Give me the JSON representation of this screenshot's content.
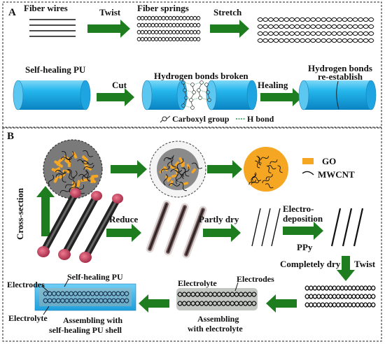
{
  "panel_a": {
    "letter": "A",
    "fiber_wires": "Fiber wires",
    "twist": "Twist",
    "fiber_springs": "Fiber springs",
    "stretch": "Stretch",
    "self_healing_pu": "Self-healing PU",
    "cut": "Cut",
    "hbonds_broken": "Hydrogen bonds broken",
    "healing": "Healing",
    "hbonds_reestablish_1": "Hydrogen bonds",
    "hbonds_reestablish_2": "re-establish",
    "carboxyl_group": "Carboxyl group",
    "h_bond": "H bond"
  },
  "panel_b": {
    "letter": "B",
    "cross_section": "Cross-section",
    "go": "GO",
    "mwcnt": "MWCNT",
    "reduce": "Reduce",
    "partly_dry": "Partly dry",
    "electro_1": "Electro-",
    "electro_2": "deposition",
    "ppy": "PPy",
    "completely_dry": "Completely dry",
    "twist": "Twist",
    "electrodes_mid": "Electrodes",
    "electrolyte_mid": "Electrolyte",
    "assembling_electrolyte_1": "Assembling",
    "assembling_electrolyte_2": "with electrolyte",
    "self_healing_pu": "Self-healing PU",
    "electrodes_left": "Electrodes",
    "electrolyte_left": "Electrolyte",
    "assembling_shell_1": "Assembling with",
    "assembling_shell_2": "self-healing PU shell"
  },
  "colors": {
    "arrow_green": "#1e7d1e",
    "cylinder_blue": "#1ab0ea",
    "go_orange": "#f5a623",
    "rod_dark": "#2b2b2b",
    "cap_pink": "#c0405a"
  }
}
